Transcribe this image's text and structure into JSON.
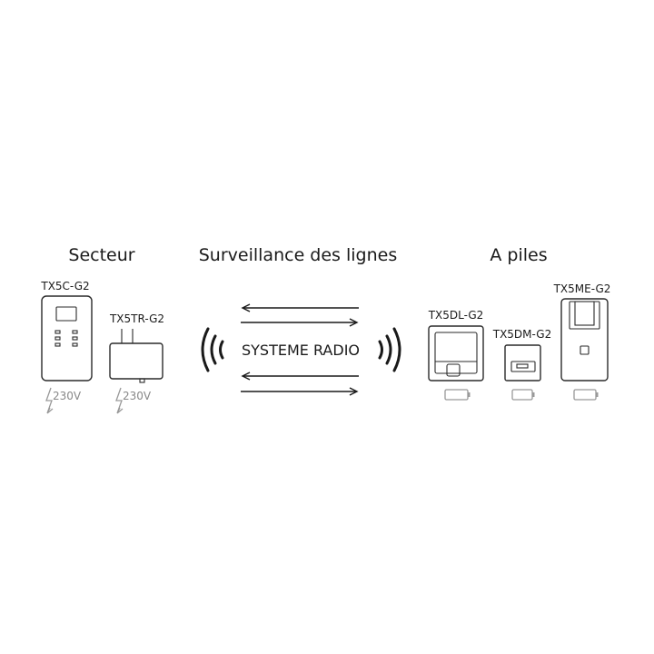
{
  "headers": {
    "mains": "Secteur",
    "supervision": "Surveillance des lignes",
    "battery": "A piles"
  },
  "center": {
    "label": "SYSTEME RADIO"
  },
  "devices": [
    {
      "id": "TX5C-G2",
      "label": "TX5C-G2",
      "power": "230V"
    },
    {
      "id": "TX5TR-G2",
      "label": "TX5TR-G2",
      "power": "230V"
    },
    {
      "id": "TX5DL-G2",
      "label": "TX5DL-G2"
    },
    {
      "id": "TX5DM-G2",
      "label": "TX5DM-G2"
    },
    {
      "id": "TX5ME-G2",
      "label": "TX5ME-G2"
    }
  ],
  "colors": {
    "stroke": "#2a2a2a",
    "muted": "#999999",
    "text": "#1a1a1a"
  }
}
